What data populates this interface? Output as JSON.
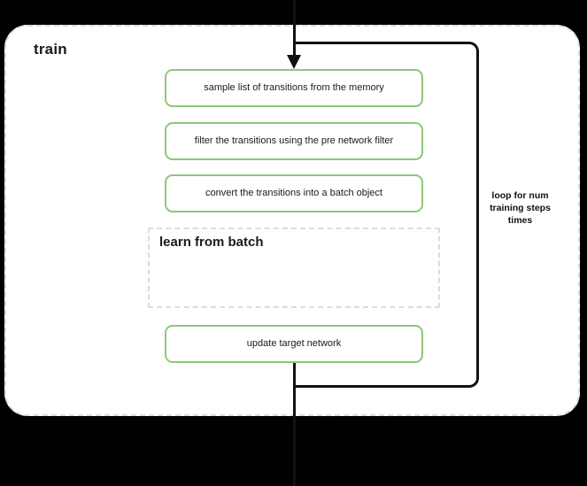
{
  "diagram": {
    "title": "train",
    "container": {
      "border_style": "dashed",
      "border_color": "#dcdcdc",
      "background": "#ffffff"
    },
    "accent_color": "#8cc878",
    "line_color": "#111111",
    "steps": [
      {
        "id": "sample-transitions",
        "label": "sample list of transitions from the memory"
      },
      {
        "id": "filter-transitions",
        "label": "filter the transitions using the pre network filter"
      },
      {
        "id": "convert-batch",
        "label": "convert the transitions into a batch object"
      },
      {
        "id": "update-target-network",
        "label": "update target network"
      }
    ],
    "subgraph": {
      "id": "learn-from-batch",
      "title": "learn from batch",
      "border_style": "dashed",
      "border_color": "#dcdcdc"
    },
    "loop": {
      "id": "training-steps-loop",
      "label": "loop for num training steps times"
    },
    "connectors": {
      "input_arrow": "arrow-down-into-train",
      "output_line": "line-down-out-of-train"
    }
  }
}
